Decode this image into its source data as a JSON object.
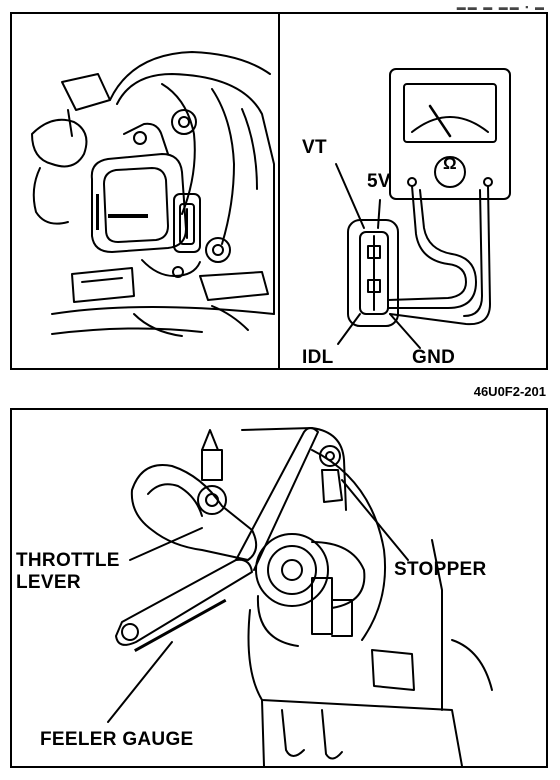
{
  "figure": {
    "reference_code": "46U0F2-201",
    "top_right": {
      "label_vt": "VT",
      "label_5v": "5V",
      "label_idl": "IDL",
      "label_gnd": "GND",
      "meter_symbol": "Ω"
    },
    "bottom": {
      "label_throttle_lever": "THROTTLE\nLEVER",
      "label_stopper": "STOPPER",
      "label_feeler_gauge": "FEELER GAUGE"
    }
  }
}
